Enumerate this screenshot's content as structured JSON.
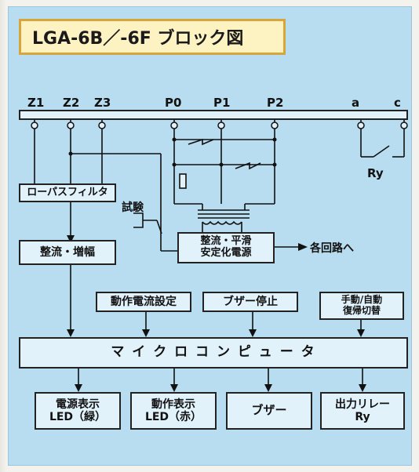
{
  "title": "LGA-6B／-6F ブロック図",
  "terminals": [
    "Z1",
    "Z2",
    "Z3",
    "P0",
    "P1",
    "P2",
    "a",
    "c"
  ],
  "relay_label": "Ry",
  "test_label": "試験",
  "blocks": {
    "lowpass": "ローパスフィルタ",
    "rectify_amp": "整流・増幅",
    "power_supply": "整流・平滑\n安定化電源",
    "to_circuits": "各回路へ",
    "current_setting": "動作電流設定",
    "buzzer_stop": "ブザー停止",
    "reset_switch": "手動/自動\n復帰切替",
    "microcomputer": "マ イ ク ロ コ ン ピ ュ ー タ",
    "power_led": "電源表示\nLED（緑）",
    "operation_led": "動作表示\nLED（赤）",
    "buzzer": "ブザー",
    "output_relay": "出力リレー\nRy"
  }
}
